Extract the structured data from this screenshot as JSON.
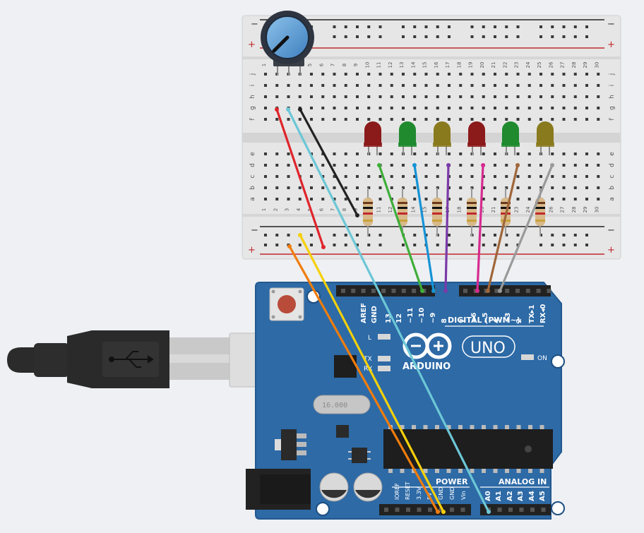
{
  "breadboard": {
    "rail_minus": "−",
    "rail_plus": "+",
    "row_letters_top": [
      "j",
      "i",
      "h",
      "g",
      "f"
    ],
    "row_letters_bottom": [
      "e",
      "d",
      "c",
      "b",
      "a"
    ],
    "columns": [
      "1",
      "2",
      "3",
      "4",
      "5",
      "6",
      "7",
      "8",
      "9",
      "10",
      "11",
      "12",
      "13",
      "14",
      "15",
      "16",
      "17",
      "18",
      "19",
      "20",
      "21",
      "22",
      "23",
      "24",
      "25",
      "26",
      "27",
      "28",
      "29",
      "30"
    ]
  },
  "leds": [
    {
      "color": "#8b1a1a"
    },
    {
      "color": "#1f8a2e"
    },
    {
      "color": "#8a7a1e"
    },
    {
      "color": "#8b1a1a"
    },
    {
      "color": "#1f8a2e"
    },
    {
      "color": "#8a7a1e"
    }
  ],
  "arduino": {
    "brand": "ARDUINO",
    "model": "UNO",
    "on_label": "ON",
    "l_label": "L",
    "tx_label": "TX",
    "rx_label": "RX",
    "digital_label": "DIGITAL (PWM~)",
    "power_label": "POWER",
    "analog_label": "ANALOG IN",
    "crystal_label": "16.000",
    "digital_pins": [
      "AREF",
      "GND",
      "13",
      "12",
      "~11",
      "~10",
      "~9",
      "8",
      "7",
      "~6",
      "~5",
      "4",
      "~3",
      "2",
      "TX▸1",
      "RX◂0"
    ],
    "power_pins": [
      "IOREF",
      "RESET",
      "3.3V",
      "5V",
      "GND",
      "GND",
      "Vin"
    ],
    "analog_pins": [
      "A0",
      "A1",
      "A2",
      "A3",
      "A4",
      "A5"
    ]
  },
  "wire_colors": {
    "red": "#e0242b",
    "cyan": "#6cc7d6",
    "black": "#222222",
    "orange": "#f07d0c",
    "yellow": "#f5d00a",
    "green": "#3fae3a",
    "blue": "#1593d6",
    "purple": "#7b3aa8",
    "magenta": "#d62b8f",
    "brown": "#a0663a",
    "gray": "#9a9a9a"
  }
}
